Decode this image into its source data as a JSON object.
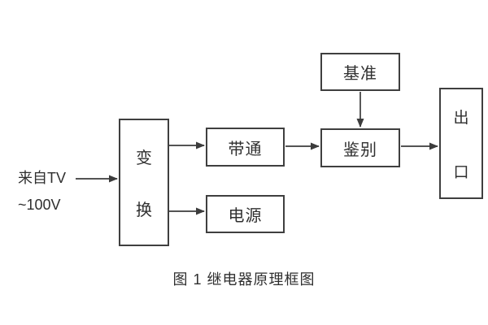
{
  "meta": {
    "caption": "图 1  继电器原理框图"
  },
  "colors": {
    "background": "#ffffff",
    "line": "#3c3c3c",
    "text": "#2f2f2f"
  },
  "diagram": {
    "source": {
      "line1": "来自TV",
      "line2": "~100V"
    },
    "blocks": {
      "transform": {
        "label": "变换",
        "chars": [
          "变",
          "换"
        ],
        "orientation": "vertical"
      },
      "bandpass": {
        "label": "带通"
      },
      "power": {
        "label": "电源"
      },
      "reference": {
        "label": "基准"
      },
      "discriminator": {
        "label": "鉴别"
      },
      "outlet": {
        "label": "出口",
        "chars": [
          "出",
          "口"
        ],
        "orientation": "vertical"
      }
    },
    "connections": [
      {
        "from": "source",
        "to": "transform"
      },
      {
        "from": "transform",
        "to": "bandpass"
      },
      {
        "from": "transform",
        "to": "power"
      },
      {
        "from": "bandpass",
        "to": "discriminator"
      },
      {
        "from": "reference",
        "to": "discriminator"
      },
      {
        "from": "discriminator",
        "to": "outlet"
      }
    ]
  }
}
